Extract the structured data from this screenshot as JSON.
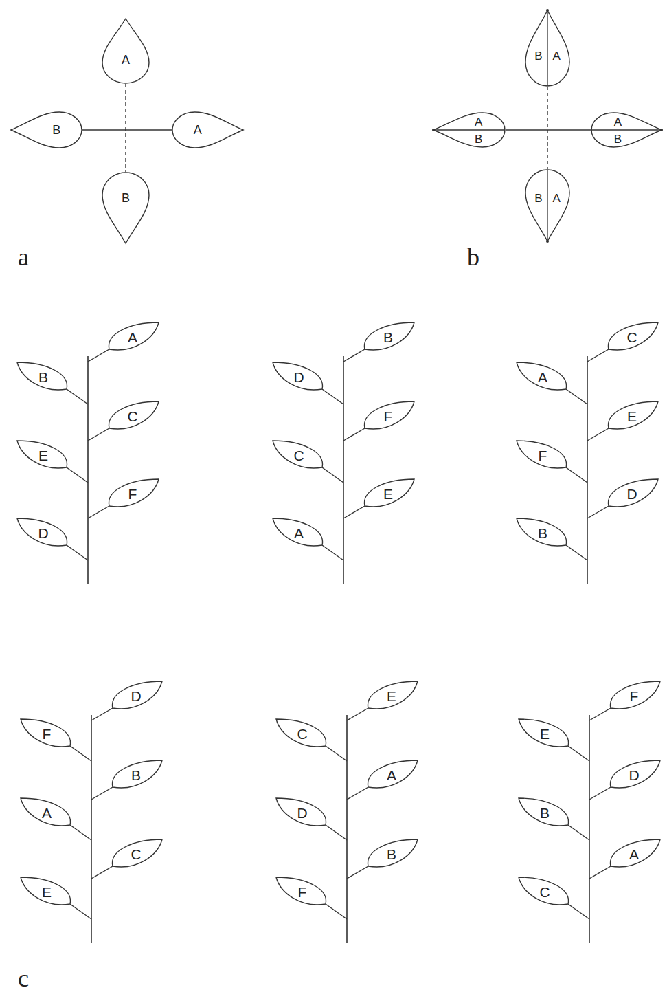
{
  "diagram": {
    "nodes": [
      {
        "text": [
          "A"
        ]
      },
      {
        "text": [
          "B"
        ]
      },
      {
        "text": [
          "A"
        ]
      },
      {
        "text": [
          "B"
        ]
      },
      {
        "text": [
          "B",
          "A"
        ]
      },
      {
        "text": [
          "A",
          "B"
        ]
      },
      {
        "text": [
          "A",
          "B"
        ]
      },
      {
        "text": [
          "B",
          "A"
        ]
      },
      {
        "text": [
          "A"
        ]
      },
      {
        "text": [
          "B"
        ]
      },
      {
        "text": [
          "C"
        ]
      },
      {
        "text": [
          "E"
        ]
      },
      {
        "text": [
          "F"
        ]
      },
      {
        "text": [
          "D"
        ]
      },
      {
        "text": [
          "B"
        ]
      },
      {
        "text": [
          "D"
        ]
      },
      {
        "text": [
          "F"
        ]
      },
      {
        "text": [
          "C"
        ]
      },
      {
        "text": [
          "E"
        ]
      },
      {
        "text": [
          "A"
        ]
      },
      {
        "text": [
          "C"
        ]
      },
      {
        "text": [
          "A"
        ]
      },
      {
        "text": [
          "E"
        ]
      },
      {
        "text": [
          "F"
        ]
      },
      {
        "text": [
          "D"
        ]
      },
      {
        "text": [
          "B"
        ]
      },
      {
        "text": [
          "D"
        ]
      },
      {
        "text": [
          "F"
        ]
      },
      {
        "text": [
          "B"
        ]
      },
      {
        "text": [
          "A"
        ]
      },
      {
        "text": [
          "C"
        ]
      },
      {
        "text": [
          "E"
        ]
      },
      {
        "text": [
          "E"
        ]
      },
      {
        "text": [
          "C"
        ]
      },
      {
        "text": [
          "A"
        ]
      },
      {
        "text": [
          "D"
        ]
      },
      {
        "text": [
          "B"
        ]
      },
      {
        "text": [
          "F"
        ]
      },
      {
        "text": [
          "F"
        ]
      },
      {
        "text": [
          "E"
        ]
      },
      {
        "text": [
          "D"
        ]
      },
      {
        "text": [
          "B"
        ]
      },
      {
        "text": [
          "A"
        ]
      },
      {
        "text": [
          "C"
        ]
      }
    ],
    "edges": [
      {
        "from": 1,
        "to": 2,
        "arrow": "none"
      },
      {
        "from": 0,
        "to": 3,
        "arrow": "none"
      },
      {
        "from": 5,
        "to": 6,
        "arrow": "none"
      },
      {
        "from": 4,
        "to": 7,
        "arrow": "none"
      }
    ],
    "labels": [
      "a",
      "b",
      "c"
    ]
  }
}
